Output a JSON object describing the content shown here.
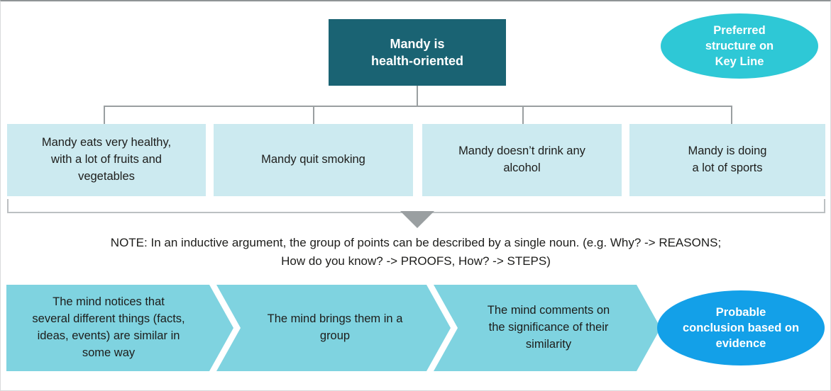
{
  "diagram": {
    "title_box": {
      "text": "Mandy is\nhealth-oriented",
      "color": "#1a6373",
      "text_color": "#ffffff"
    },
    "preferred_badge": {
      "text": "Preferred\nstructure on\nKey Line",
      "color": "#2ec8d6",
      "text_color": "#ffffff"
    },
    "support_points": [
      {
        "text": "Mandy eats very healthy,\nwith a lot of fruits and\nvegetables"
      },
      {
        "text": "Mandy quit smoking"
      },
      {
        "text": "Mandy doesn’t drink any\nalcohol"
      },
      {
        "text": "Mandy is doing\na lot of sports"
      }
    ],
    "support_color": "#cceaf0",
    "connector_color": "#9a9fa1",
    "note": "NOTE: In an inductive argument, the group of points can be described by a single noun. (e.g. Why? -> REASONS;\nHow do you know? -> PROOFS, How? -> STEPS)",
    "process_steps": [
      {
        "text": "The mind notices that\nseveral different things (facts,\nideas, events) are similar in\nsome way"
      },
      {
        "text": "The mind brings them in a\ngroup"
      },
      {
        "text": "The mind comments on\nthe significance of their\nsimilarity"
      }
    ],
    "process_color": "#7fd3e0",
    "conclusion_badge": {
      "text": "Probable\nconclusion based on\nevidence",
      "color": "#13a0e8",
      "text_color": "#ffffff"
    }
  }
}
